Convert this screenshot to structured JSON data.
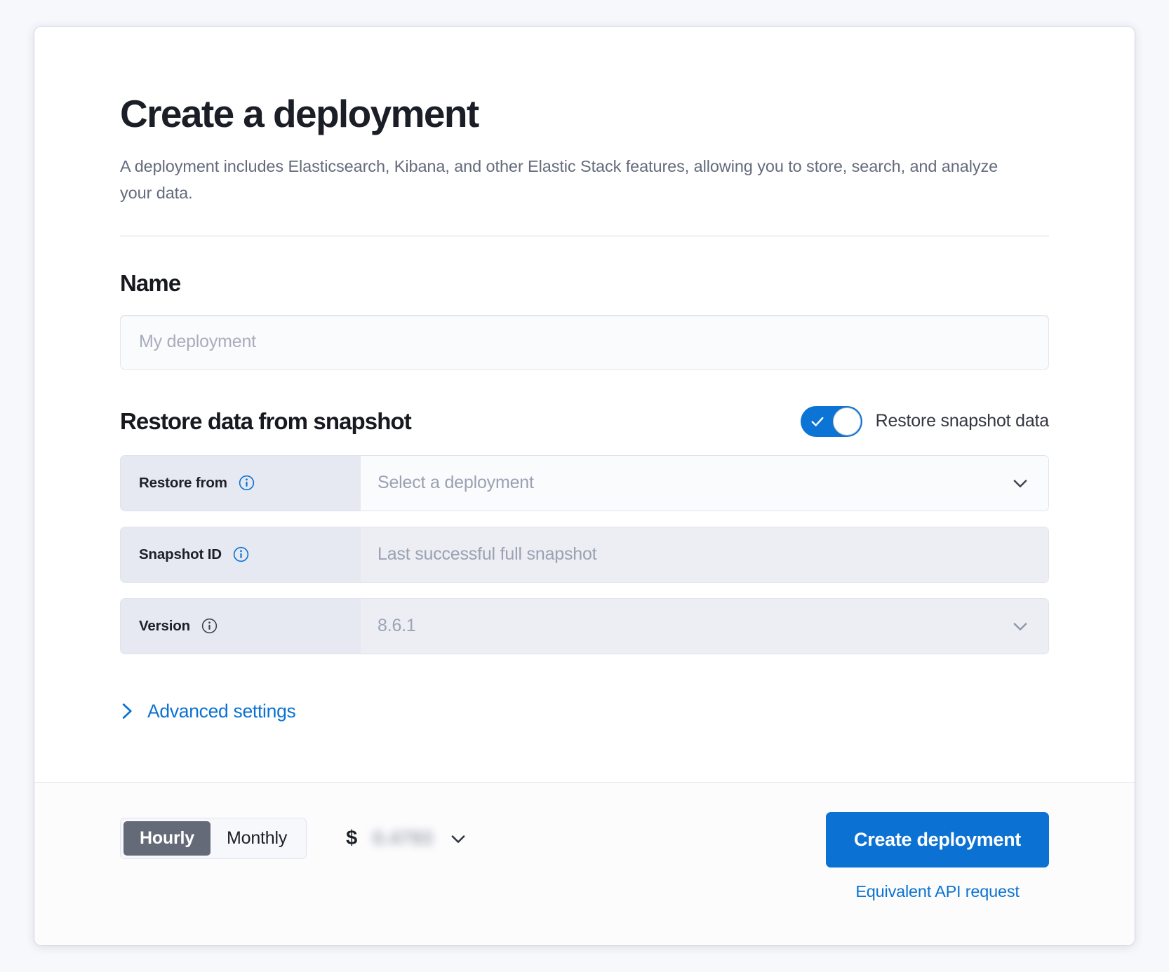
{
  "page": {
    "title": "Create a deployment",
    "subtitle": "A deployment includes Elasticsearch, Kibana, and other Elastic Stack features, allowing you to store, search, and analyze your data."
  },
  "name_section": {
    "heading": "Name",
    "input_placeholder": "My deployment",
    "input_value": ""
  },
  "restore_section": {
    "heading": "Restore data from snapshot",
    "toggle": {
      "label": "Restore snapshot data",
      "state": "on",
      "accent_color": "#0b74d4",
      "icon": "check-icon"
    },
    "rows": [
      {
        "label": "Restore from",
        "info_icon": "info-circle-icon",
        "value": "Select a deployment",
        "is_placeholder": true,
        "control": "select",
        "control_icon": "chevron-down-icon",
        "disabled": false
      },
      {
        "label": "Snapshot ID",
        "info_icon": "info-circle-icon",
        "value": "Last successful full snapshot",
        "is_placeholder": true,
        "control": "text",
        "control_icon": "",
        "disabled": true
      },
      {
        "label": "Version",
        "info_icon": "info-circle-icon",
        "value": "8.6.1",
        "is_placeholder": false,
        "control": "select",
        "control_icon": "chevron-down-icon",
        "disabled": true
      }
    ],
    "advanced_settings": {
      "label": "Advanced settings",
      "icon": "chevron-right-icon",
      "link_color": "#0b72d3"
    }
  },
  "footer": {
    "billing_toggle": {
      "options": [
        "Hourly",
        "Monthly"
      ],
      "selected": "Hourly"
    },
    "price": {
      "currency_symbol": "$",
      "amount": "0.4793",
      "redacted": true,
      "icon": "chevron-down-icon"
    },
    "create_button": "Create deployment",
    "api_link": "Equivalent API request"
  },
  "colors": {
    "accent": "#0b72d3",
    "label_bg": "#e6e9f1",
    "disabled_bg": "#eceef3",
    "segment_active_bg": "#646a77"
  }
}
